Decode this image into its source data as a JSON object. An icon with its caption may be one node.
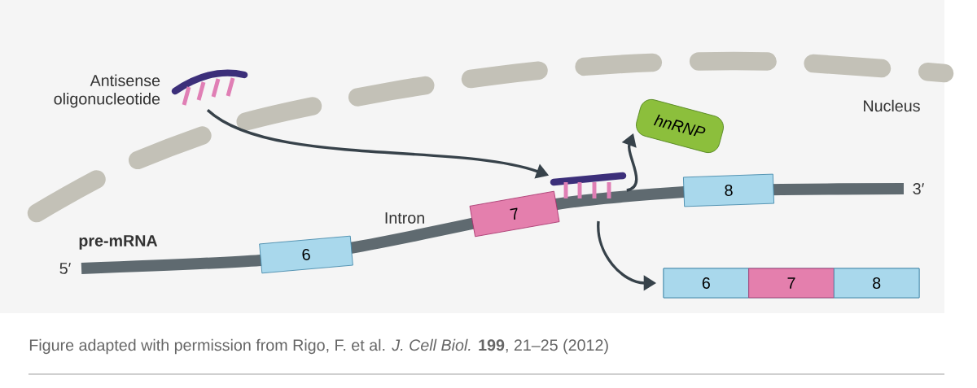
{
  "diagram": {
    "caption": "Figure adapted with permission from Rigo, F. et al. *J. Cell Biol.* **199**, 21–25 (2012)",
    "nodes": [
      {
        "text": [],
        "shape": "picture",
        "beside": [
          "Antisense oligonucleotide"
        ]
      },
      {
        "text": [],
        "shape": "picture"
      },
      {
        "text": [
          "hnRNP"
        ]
      },
      {
        "text": [
          "6"
        ]
      },
      {
        "text": [
          "7"
        ]
      },
      {
        "text": [
          "8"
        ]
      },
      {
        "text": [],
        "shape": "bar"
      },
      {
        "text": [
          "6"
        ],
        "in": 6
      },
      {
        "text": [
          "7"
        ],
        "in": 6
      },
      {
        "text": [
          "8"
        ],
        "in": 6
      }
    ],
    "edges": [
      {
        "from": 0,
        "to": 1,
        "arrow": "to"
      },
      {
        "from": 1,
        "to": 2,
        "arrow": "to"
      },
      {
        "from": null,
        "to": 6,
        "arrow": "to"
      }
    ],
    "labels": [
      "Nucleus",
      "pre-mRNA",
      "Intron",
      "5′",
      "3′"
    ]
  }
}
